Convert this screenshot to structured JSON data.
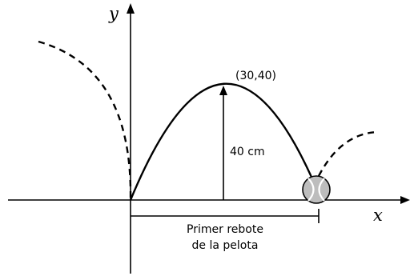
{
  "axes": {
    "x_label": "x",
    "y_label": "y"
  },
  "peak_label": "(30,40)",
  "height_label": "40 cm",
  "bounce_label_line1": "Primer rebote",
  "bounce_label_line2": "de la pelota",
  "colors": {
    "stroke": "#000000",
    "ball_fill": "#bdbdbd"
  }
}
